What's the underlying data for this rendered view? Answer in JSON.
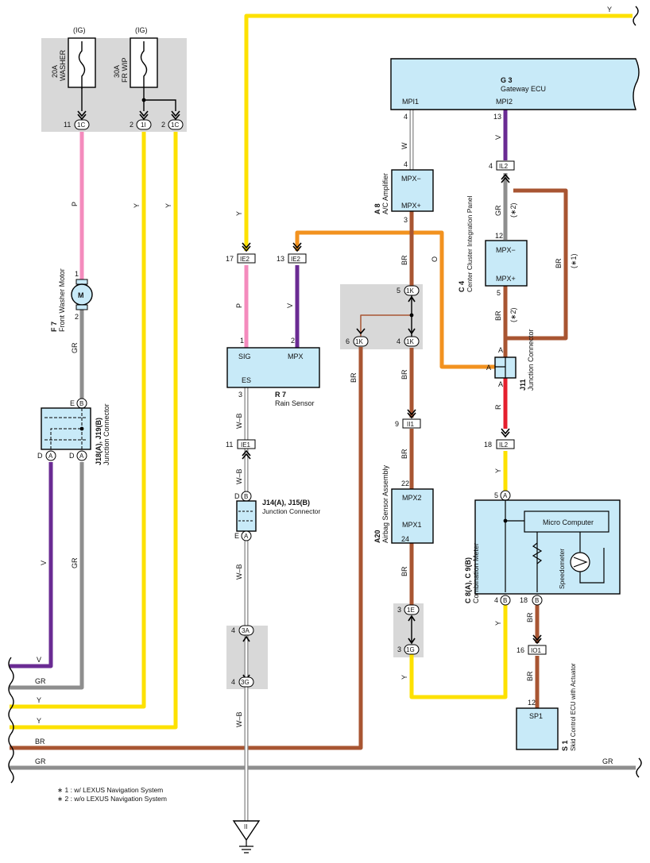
{
  "colors": {
    "yellow": "#fde100",
    "pink": "#f48bbd",
    "gray": "#8e8e8e",
    "violet": "#6a2b93",
    "brown": "#a85532",
    "orange": "#f2921f",
    "red": "#e5202e",
    "white_wire": "#ffffff",
    "component_fill": "#c8eaf8",
    "shade": "#d8d8d8"
  },
  "fuses": [
    {
      "supply": "(IG)",
      "rating": "20A",
      "name": "WASHER"
    },
    {
      "supply": "(IG)",
      "rating": "30A",
      "name": "FR WIP"
    }
  ],
  "components": {
    "gateway": {
      "code": "G 3",
      "name": "Gateway ECU",
      "pin_left": "MPI1",
      "pin_right": "MPI2"
    },
    "ac_amp": {
      "code": "A 8",
      "name": "A/C Amplifier",
      "pin_top": "MPX−",
      "pin_bottom": "MPX+"
    },
    "center_panel": {
      "code": "C 4",
      "name": "Center Cluster Integration Panel",
      "pin_top": "MPX−",
      "pin_bottom": "MPX+"
    },
    "rain": {
      "code": "R 7",
      "name": "Rain Sensor",
      "pin_sig": "SIG",
      "pin_mpx": "MPX",
      "pin_es": "ES"
    },
    "airbag": {
      "code": "A20",
      "name": "Airbag Sensor Assembly",
      "pin_top": "MPX2",
      "pin_bottom": "MPX1"
    },
    "meter": {
      "code": "C 8(A), C 9(B)",
      "name": "Combination Meter",
      "micro": "Micro Computer",
      "speedo": "Speedometer"
    },
    "skid": {
      "code": "S 1",
      "name": "Skid Control ECU with Actuator",
      "pin": "SP1"
    },
    "washer_motor": {
      "code": "F 7",
      "name": "Front Washer Motor",
      "symbol": "M"
    },
    "jc_left": {
      "code": "J18(A), J19(B)",
      "name": "Junction Connector"
    },
    "jc_mid": {
      "code": "J14(A), J15(B)",
      "name": "Junction Connector"
    },
    "jc_j11": {
      "code": "J11",
      "name": "Junction Connector"
    }
  },
  "connectors": {
    "c_1C_a": "1C",
    "c_1I": "1I",
    "c_1C_b": "1C",
    "ie2_a": "IE2",
    "ie2_b": "IE2",
    "ie1": "IE1",
    "c_3A": "3A",
    "c_3G": "3G",
    "k5": "1K",
    "k4": "1K",
    "k6": "1K",
    "ii1": "II1",
    "c_1E": "1E",
    "c_1G": "1G",
    "il2_a": "IL2",
    "il2_b": "IL2",
    "io1": "IO1",
    "pA": "A",
    "pB": "B",
    "pE": "E",
    "pD": "D"
  },
  "pins": {
    "p11": "11",
    "p2": "2",
    "p1": "1",
    "p17": "17",
    "p13": "13",
    "p3": "3",
    "p4": "4",
    "p5": "5",
    "p6": "6",
    "p9": "9",
    "p22": "22",
    "p24": "24",
    "p12": "12",
    "p16": "16",
    "p18": "18"
  },
  "wire_labels": {
    "Y": "Y",
    "P": "P",
    "GR": "GR",
    "V": "V",
    "BR": "BR",
    "O": "O",
    "R": "R",
    "W": "W",
    "WB": "W–B",
    "note1": "(∗1)",
    "note2": "(∗2)"
  },
  "ground": "II",
  "notes": [
    "∗ 1 : w/ LEXUS Navigation System",
    "∗ 2 : w/o LEXUS Navigation System"
  ]
}
